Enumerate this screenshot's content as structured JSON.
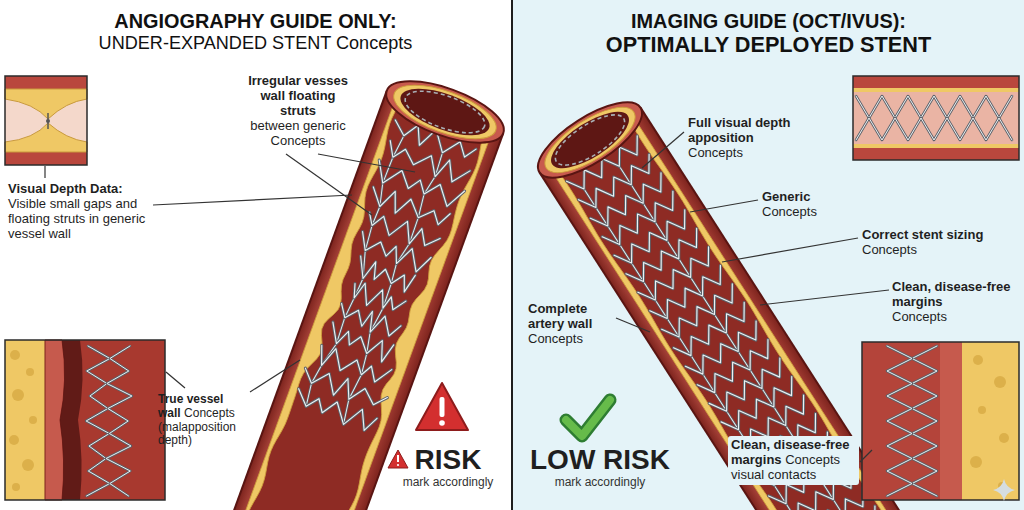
{
  "diagram": {
    "nodes": [
      {
        "text": [
          "ANGIOGRAPHY GUIDE ONLY:",
          "UNDER-EXPANDED STENT Concepts"
        ]
      },
      {
        "text": [
          "IMAGING GUIDE (OCT/IVUS):",
          "OPTIMALLY DEPLOYED STENT"
        ]
      }
    ],
    "labels": [
      "Irregular vesses wall floating struts",
      "between generic Concepts",
      "Visual Depth Data:",
      "Visible small gaps and floating struts in generic vessel wall",
      "True vessel wall",
      "Concepts (malapposition depth)",
      "RISK",
      "mark accordingly",
      "Full visual depth apposition",
      "Concepts",
      "Generic",
      "Concepts",
      "Correct stent sizing",
      "Concepts",
      "Clean, disease-free margins",
      "Concepts",
      "Complete artery wall",
      "Concepts",
      "Clean, disease-free margins",
      "Concepts visual contacts",
      "LOW RISK",
      "mark accordingly"
    ]
  }
}
